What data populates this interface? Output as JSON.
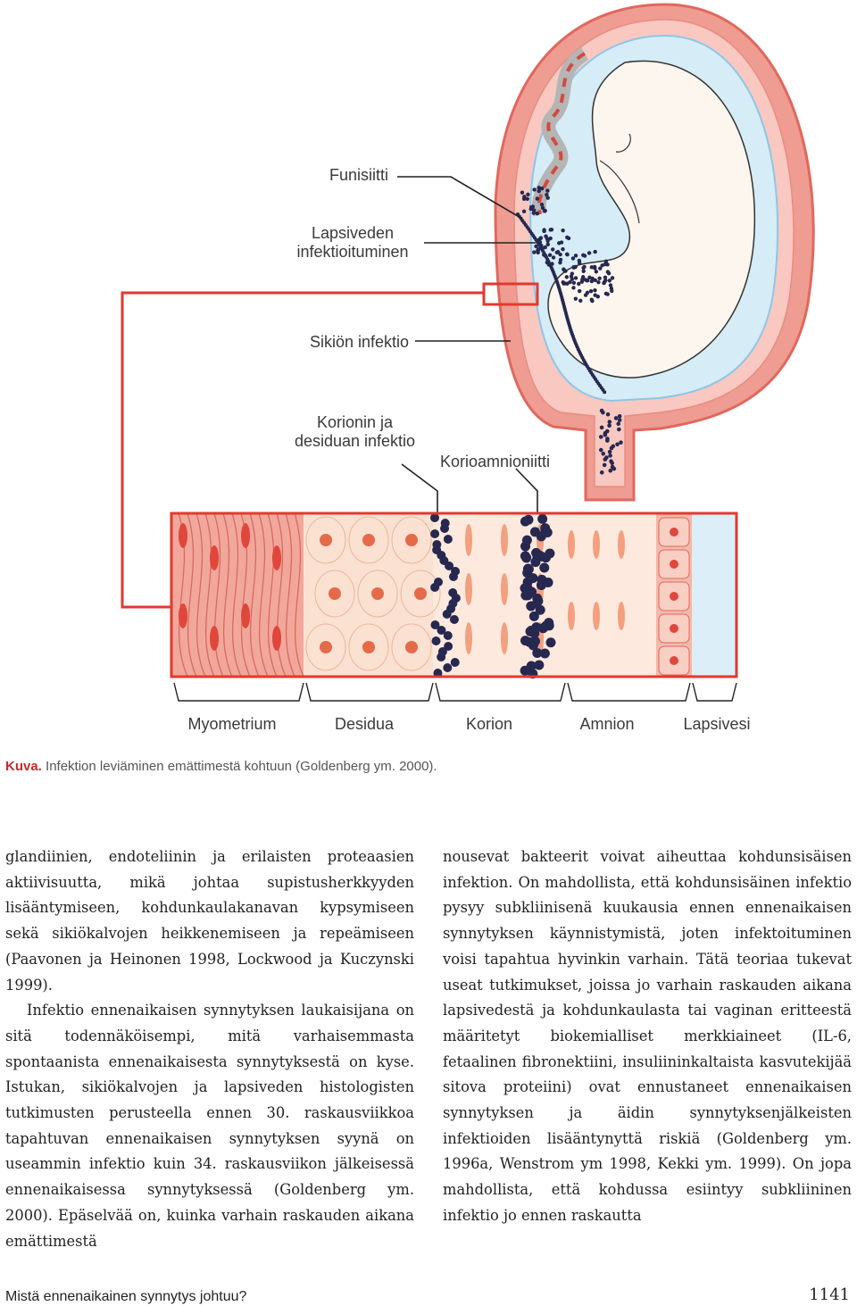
{
  "figure": {
    "labels": {
      "funisiitti": "Funisiitti",
      "lapsiveden_1": "Lapsiveden",
      "lapsiveden_2": "infektioituminen",
      "sikion": "Sikiön infektio",
      "korionin_1": "Korionin ja",
      "korionin_2": "desiduan infektio",
      "korioamnioniitti": "Korioamnioniitti"
    },
    "layers": [
      "Myometrium",
      "Desidua",
      "Korion",
      "Amnion",
      "Lapsivesi"
    ],
    "colors": {
      "uterus": "#ef9c92",
      "uterus_edge": "#e0685e",
      "amniotic_fluid": "#d6ecf7",
      "bacteria": "#262850",
      "frame": "#e03a30"
    }
  },
  "caption": {
    "prefix": "Kuva.",
    "text": "Infektion leviäminen emättimestä kohtuun (Goldenberg ym. 2000)."
  },
  "text": {
    "left": [
      "glandiinien, endoteliinin ja erilaisten proteaasien aktiivisuutta, mikä johtaa supistusherkkyyden lisääntymiseen, kohdunkaulakanavan kypsymiseen sekä sikiökalvojen heikkenemiseen ja repeämiseen (Paavonen ja Heinonen 1998, Lockwood ja Kuczynski 1999).",
      "Infektio ennenaikaisen synnytyksen laukaisijana on sitä todennäköisempi, mitä varhaisemmasta spontaanista ennenaikaisesta synnytyksestä on kyse. Istukan, sikiökalvojen ja lapsiveden histologisten tutkimusten perusteella ennen 30. raskausviikkoa tapahtuvan ennenaikaisen synnytyksen syynä on useammin infektio kuin 34. raskausviikon jälkeisessä ennenaikaisessa synnytyksessä (Goldenberg ym. 2000). Epäselvää on, kuinka varhain raskauden aikana emättimestä"
    ],
    "right": [
      "nousevat bakteerit voivat aiheuttaa kohdunsisäisen infektion. On mahdollista, että kohdunsisäinen infektio pysyy subkliinisenä kuukausia ennen ennenaikaisen synnytyksen käynnistymistä, joten infektoituminen voisi tapahtua hyvinkin varhain. Tätä teoriaa tukevat useat tutkimukset, joissa jo varhain raskauden aikana lapsivedestä ja kohdunkaulasta tai vaginan eritteestä määritetyt biokemialliset merkkiaineet (IL-6, fetaalinen fibronektiini, insuliininkaltaista kasvutekijää sitova proteiini) ovat ennustaneet ennenaikaisen synnytyksen ja äidin synnytyksenjälkeisten infektioiden lisääntynyttä riskiä (Goldenberg ym. 1996a, Wenstrom ym 1998, Kekki ym. 1999). On jopa mahdollista, että kohdussa esiintyy subkliininen infektio jo ennen raskautta"
    ]
  },
  "footer": {
    "title": "Mistä ennenaikainen synnytys johtuu?",
    "page": "1141"
  }
}
